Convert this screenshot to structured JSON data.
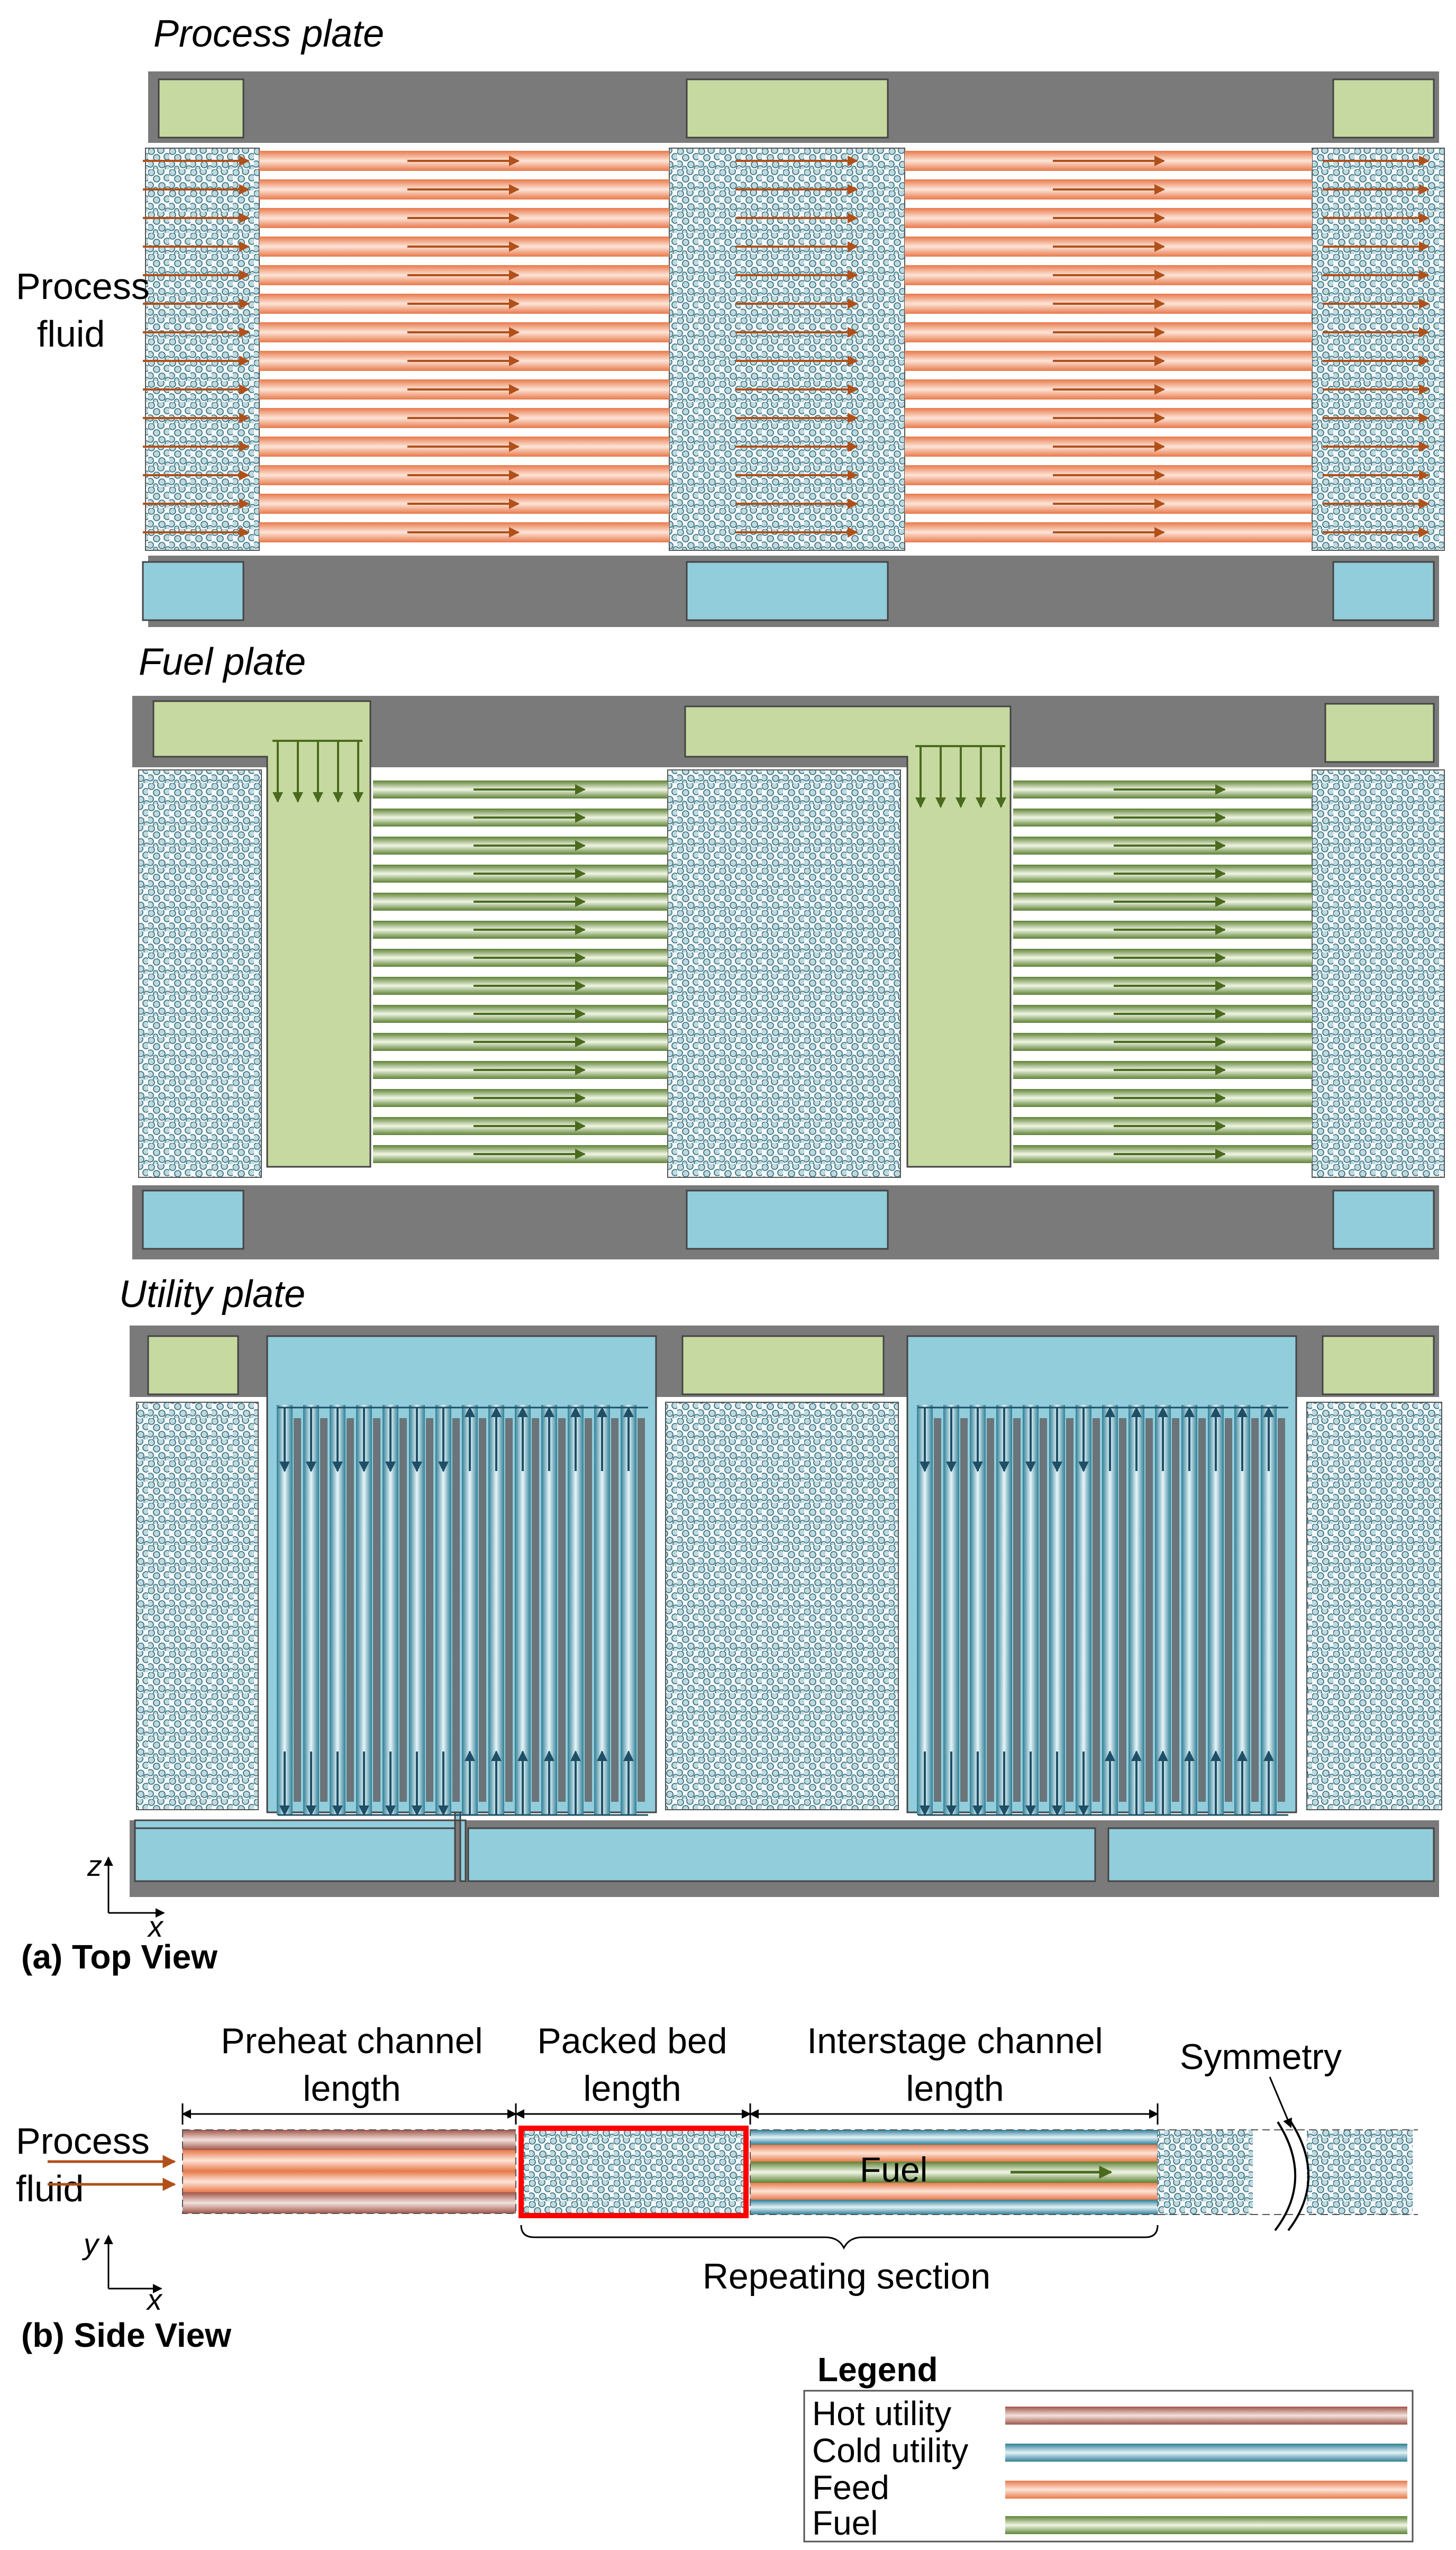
{
  "top_view": {
    "plates": [
      {
        "name": "process",
        "title": "Process plate"
      },
      {
        "name": "fuel",
        "title": "Fuel plate"
      },
      {
        "name": "utility",
        "title": "Utility plate"
      }
    ],
    "process_fluid_label": [
      "Process",
      "fluid"
    ],
    "axis": {
      "vertical": "z",
      "horizontal": "x"
    },
    "caption": "(a) Top View"
  },
  "side_view": {
    "segment_labels": [
      {
        "name": "preheat",
        "lines": [
          "Preheat channel",
          "length"
        ]
      },
      {
        "name": "packed-bed",
        "lines": [
          "Packed bed",
          "length"
        ]
      },
      {
        "name": "interstage",
        "lines": [
          "Interstage channel",
          "length"
        ]
      }
    ],
    "symmetry_label": "Symmetry",
    "process_fluid_label": [
      "Process",
      "fluid"
    ],
    "fuel_label": "Fuel",
    "repeating_label": "Repeating section",
    "axis": {
      "vertical": "y",
      "horizontal": "x"
    },
    "caption": "(b) Side View"
  },
  "legend": {
    "title": "Legend",
    "items": [
      {
        "label": "Hot utility",
        "color": "#a0564a"
      },
      {
        "label": "Cold utility",
        "color": "#2f7f96"
      },
      {
        "label": "Feed",
        "color": "#e08055"
      },
      {
        "label": "Fuel",
        "color": "#6a8c3c"
      }
    ]
  },
  "colors": {
    "plate_gray": "#7a7a7a",
    "manifold_green": "#c6d9a0",
    "manifold_blue": "#92cddc",
    "feed_arrow": "#b0501a",
    "fuel_arrow": "#4a6a1e",
    "utility_arrow": "#1e4f66",
    "highlight_red": "#ff0000"
  }
}
